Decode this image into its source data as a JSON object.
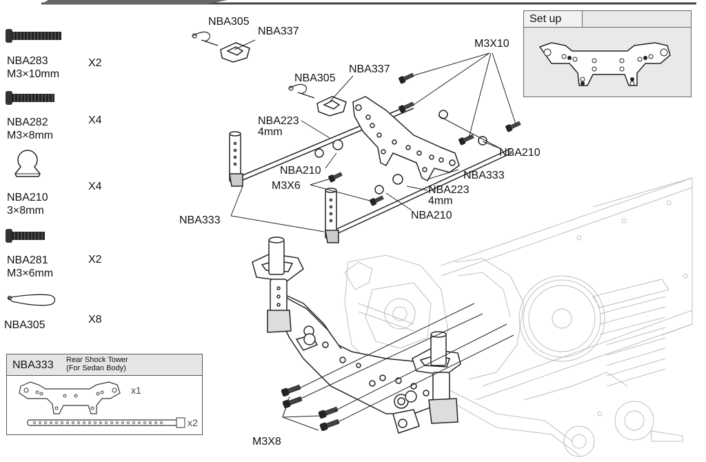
{
  "parts_list": [
    {
      "code": "NBA283",
      "spec": "M3×10mm",
      "qty": "X2",
      "icon": "screw-long-icon"
    },
    {
      "code": "NBA282",
      "spec": "M3×8mm",
      "qty": "X4",
      "icon": "screw-medium-icon"
    },
    {
      "code": "NBA210",
      "spec": "3×8mm",
      "qty": "X4",
      "icon": "ball-stud-icon"
    },
    {
      "code": "NBA281",
      "spec": "M3×6mm",
      "qty": "X2",
      "icon": "screw-short-icon"
    },
    {
      "code": "NBA305",
      "spec": "",
      "qty": "X8",
      "icon": "body-clip-icon"
    }
  ],
  "product_box": {
    "code": "NBA333",
    "name_line1": "Rear Shock Tower",
    "name_line2": "(For Sedan Body)",
    "qty_tower": "x1",
    "qty_post": "x2"
  },
  "setup_box": {
    "title": "Set up"
  },
  "callouts": {
    "nba305_top": "NBA305",
    "nba337_top": "NBA337",
    "m3x10": "M3X10",
    "nba305_mid": "NBA305",
    "nba337_mid": "NBA337",
    "nba223_left": "NBA223",
    "nba223_left_size": "4mm",
    "nba210_right": "NBA210",
    "nba210_left": "NBA210",
    "nba333_right": "NBA333",
    "m3x6": "M3X6",
    "nba223_mid": "NBA223",
    "nba223_mid_size": "4mm",
    "nba210_mid": "NBA210",
    "nba333_left": "NBA333",
    "m3x8": "M3X8"
  },
  "colors": {
    "line": "#111111",
    "chassis": "#bdbdbd",
    "panel": "#e9e9e9"
  }
}
